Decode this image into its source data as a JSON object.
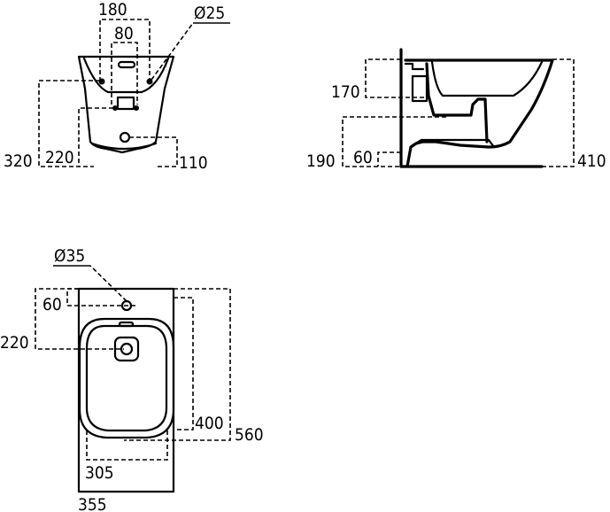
{
  "front_view": {
    "dims": {
      "width_holes": "180",
      "width_inner": "80",
      "hole_diameter": "Ø25",
      "height_total": "320",
      "height_lower": "220",
      "drain_height": "110"
    }
  },
  "side_view": {
    "dims": {
      "upper_height": "170",
      "lower_height": "190",
      "bottom_offset": "60",
      "total_height": "410"
    }
  },
  "top_view": {
    "dims": {
      "hole_diameter": "Ø35",
      "hole_offset": "60",
      "center_distance": "220",
      "bowl_length": "400",
      "total_length": "560",
      "bowl_width": "305",
      "total_width": "355"
    }
  },
  "colors": {
    "line": "#000000",
    "background": "#ffffff"
  }
}
